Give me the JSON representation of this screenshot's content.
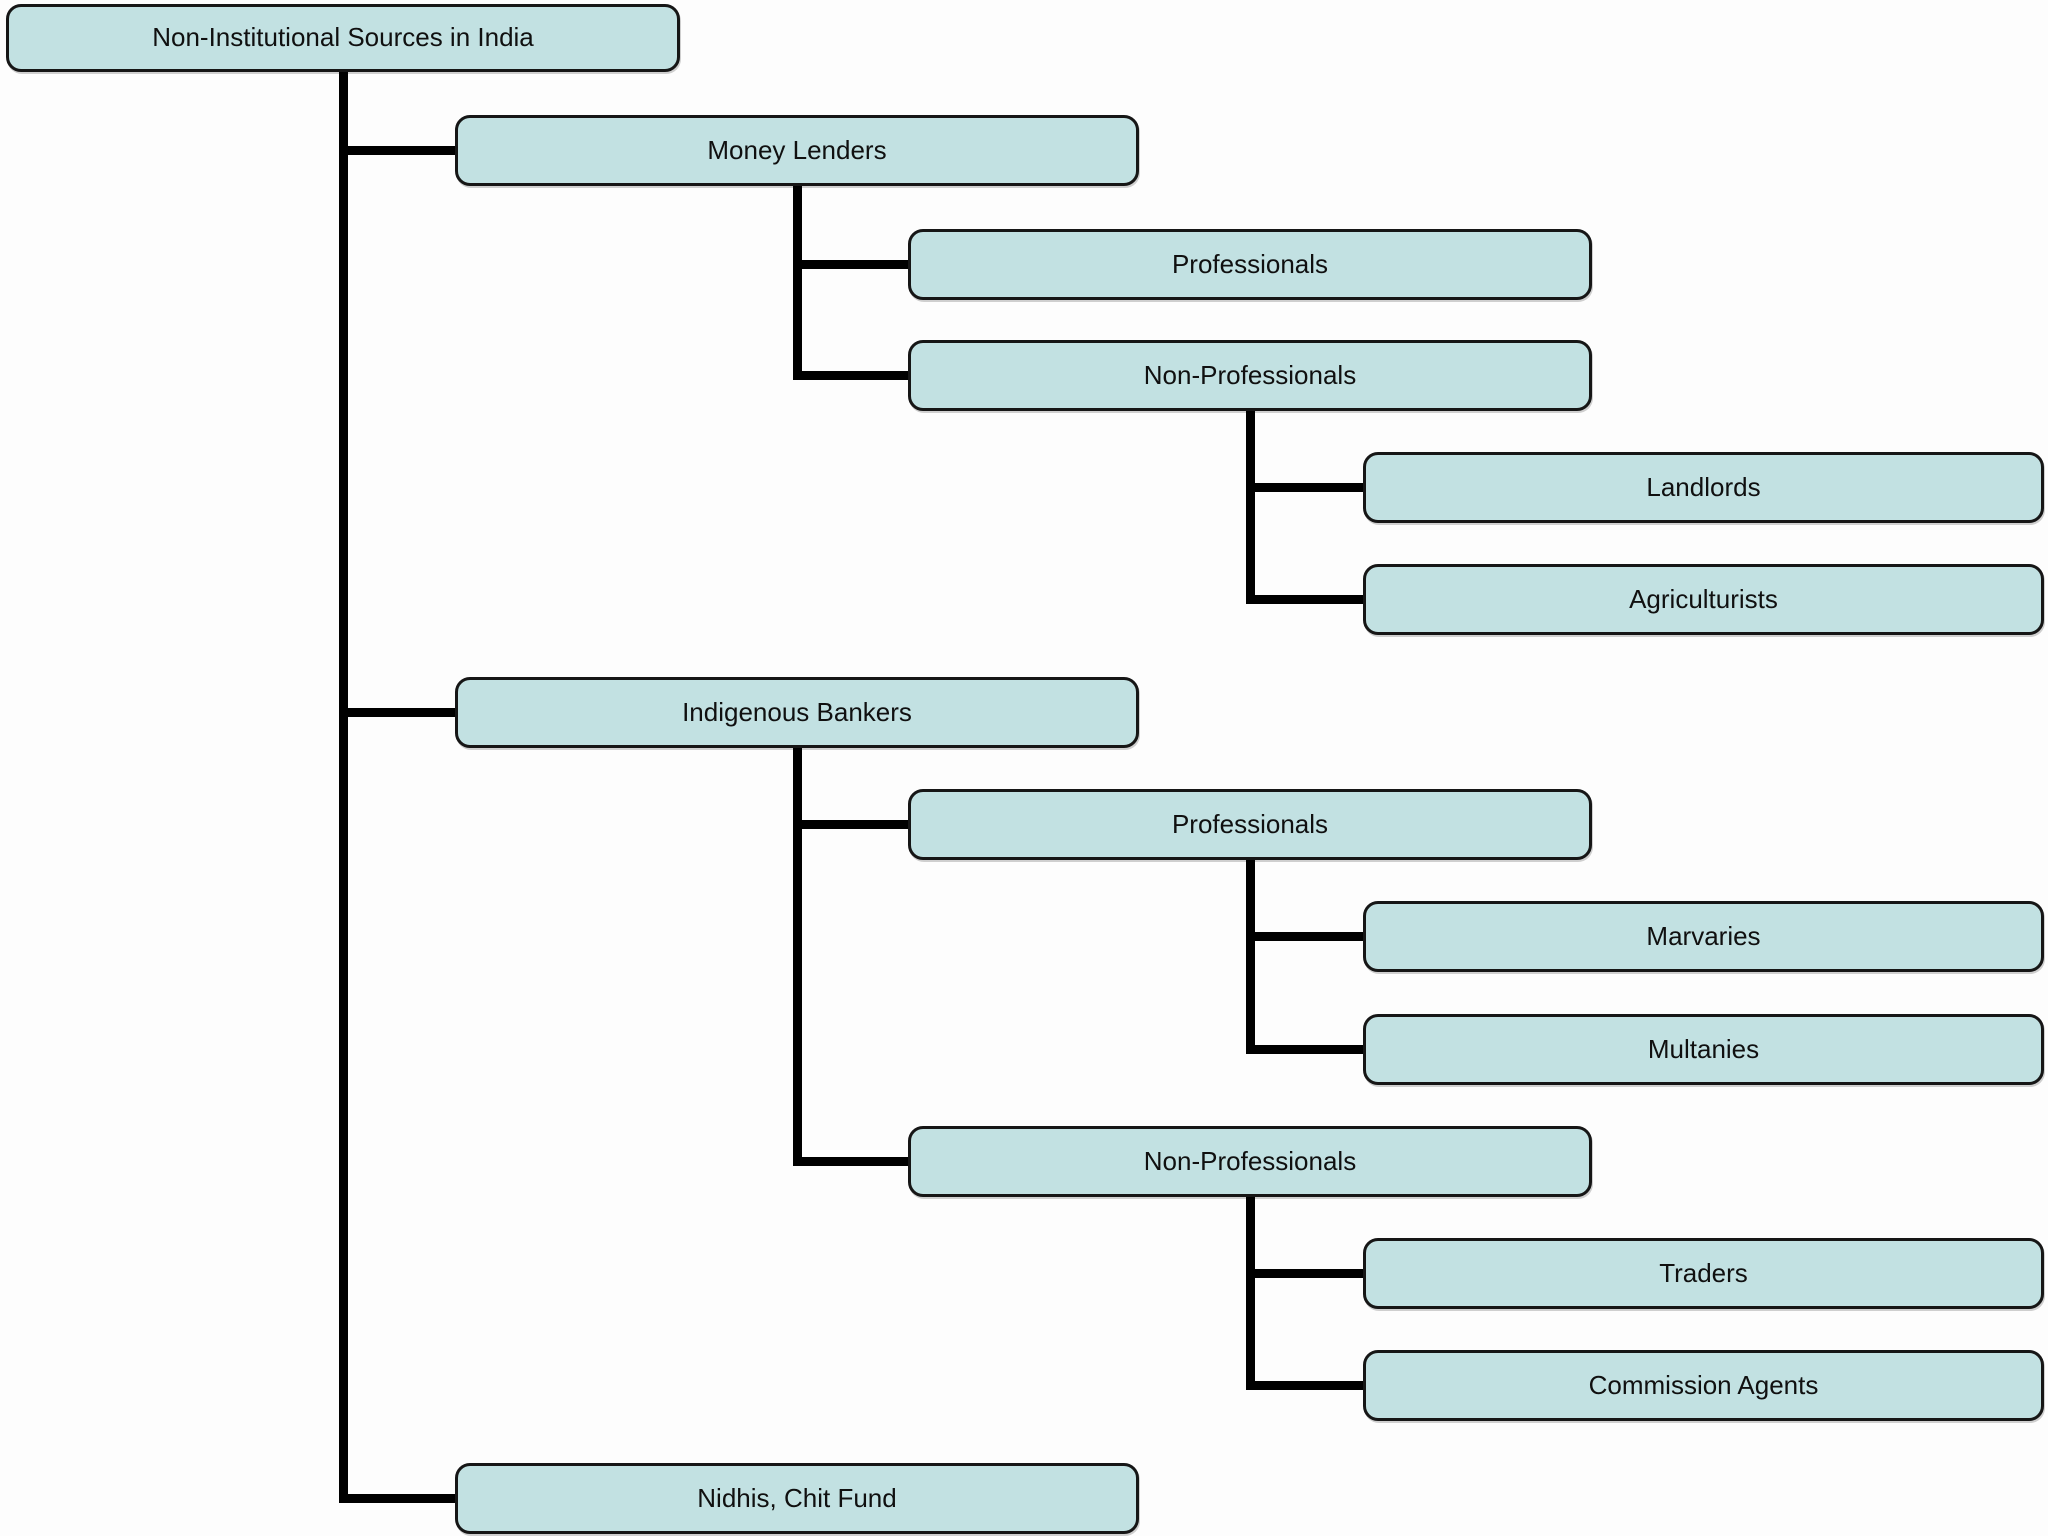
{
  "diagram": {
    "type": "org-chart-tree",
    "title": "Non-Institutional Sources in India",
    "levels": 4,
    "node_count": 14
  },
  "colors": {
    "box_fill": "#c2e1e2",
    "box_border": "#161616",
    "connector": "#000000",
    "text": "#101010",
    "background": "#fdfdfd"
  },
  "nodes": [
    {
      "label": "Non-Institutional Sources in India",
      "level": 0
    },
    {
      "label": "Money Lenders",
      "level": 1
    },
    {
      "label": "Professionals",
      "level": 2
    },
    {
      "label": "Non-Professionals",
      "level": 2
    },
    {
      "label": "Landlords",
      "level": 3
    },
    {
      "label": "Agriculturists",
      "level": 3
    },
    {
      "label": "Indigenous Bankers",
      "level": 1
    },
    {
      "label": "Professionals",
      "level": 2
    },
    {
      "label": "Marvaries",
      "level": 3
    },
    {
      "label": "Multanies",
      "level": 3
    },
    {
      "label": "Non-Professionals",
      "level": 2
    },
    {
      "label": "Traders",
      "level": 3
    },
    {
      "label": "Commission Agents",
      "level": 3
    },
    {
      "label": "Nidhis, Chit Fund",
      "level": 1
    }
  ],
  "hierarchy": {
    "label": "Non-Institutional Sources in India",
    "children": [
      {
        "label": "Money Lenders",
        "children": [
          {
            "label": "Professionals"
          },
          {
            "label": "Non-Professionals",
            "children": [
              {
                "label": "Landlords"
              },
              {
                "label": "Agriculturists"
              }
            ]
          }
        ]
      },
      {
        "label": "Indigenous Bankers",
        "children": [
          {
            "label": "Professionals",
            "children": [
              {
                "label": "Marvaries"
              },
              {
                "label": "Multanies"
              }
            ]
          },
          {
            "label": "Non-Professionals",
            "children": [
              {
                "label": "Traders"
              },
              {
                "label": "Commission Agents"
              }
            ]
          }
        ]
      },
      {
        "label": "Nidhis, Chit Fund"
      }
    ]
  }
}
